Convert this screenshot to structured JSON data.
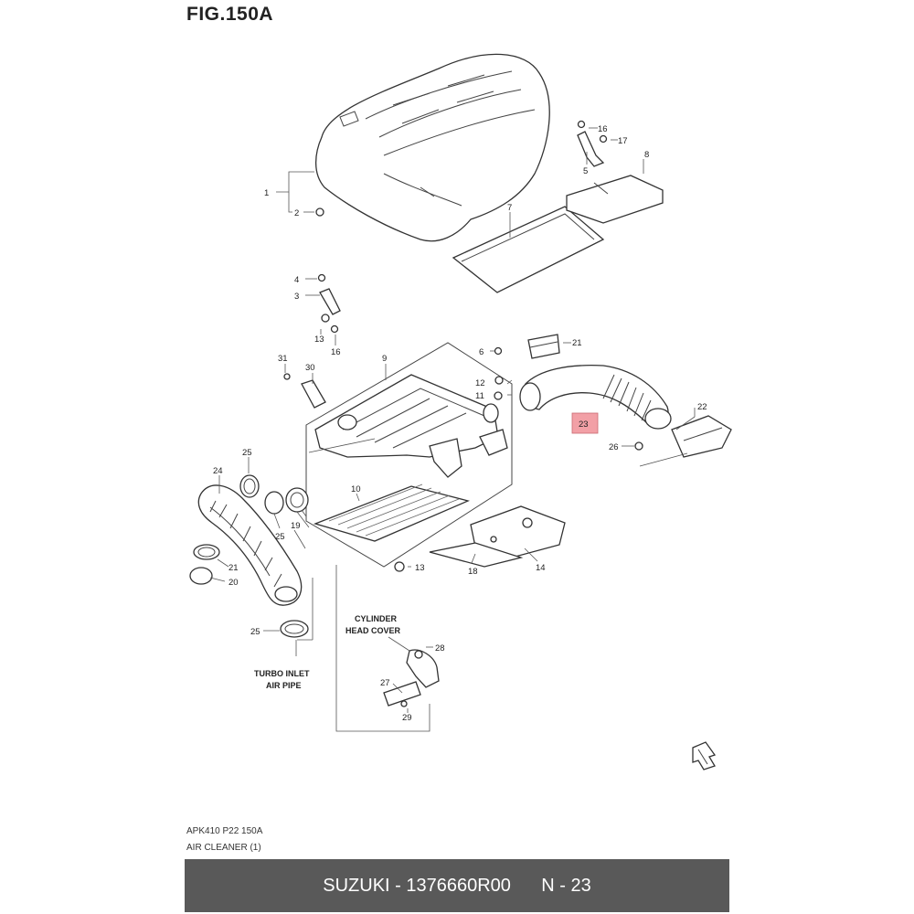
{
  "figure": {
    "title": "FIG.150A"
  },
  "callouts": [
    {
      "id": "c1",
      "label": "1"
    },
    {
      "id": "c2",
      "label": "2"
    },
    {
      "id": "c3",
      "label": "3"
    },
    {
      "id": "c4",
      "label": "4"
    },
    {
      "id": "c5",
      "label": "5"
    },
    {
      "id": "c6",
      "label": "6"
    },
    {
      "id": "c7",
      "label": "7"
    },
    {
      "id": "c8",
      "label": "8"
    },
    {
      "id": "c9",
      "label": "9"
    },
    {
      "id": "c10",
      "label": "10"
    },
    {
      "id": "c11",
      "label": "11"
    },
    {
      "id": "c12",
      "label": "12"
    },
    {
      "id": "c13a",
      "label": "13"
    },
    {
      "id": "c13b",
      "label": "13"
    },
    {
      "id": "c14",
      "label": "14"
    },
    {
      "id": "c16a",
      "label": "16"
    },
    {
      "id": "c16b",
      "label": "16"
    },
    {
      "id": "c17",
      "label": "17"
    },
    {
      "id": "c18",
      "label": "18"
    },
    {
      "id": "c19",
      "label": "19"
    },
    {
      "id": "c20",
      "label": "20"
    },
    {
      "id": "c21a",
      "label": "21"
    },
    {
      "id": "c21b",
      "label": "21"
    },
    {
      "id": "c22",
      "label": "22"
    },
    {
      "id": "c23",
      "label": "23"
    },
    {
      "id": "c24",
      "label": "24"
    },
    {
      "id": "c25a",
      "label": "25"
    },
    {
      "id": "c25b",
      "label": "25"
    },
    {
      "id": "c25c",
      "label": "25"
    },
    {
      "id": "c26",
      "label": "26"
    },
    {
      "id": "c27",
      "label": "27"
    },
    {
      "id": "c28",
      "label": "28"
    },
    {
      "id": "c29",
      "label": "29"
    },
    {
      "id": "c30",
      "label": "30"
    },
    {
      "id": "c31",
      "label": "31"
    }
  ],
  "notes": {
    "cylinder_head_cover_l1": "CYLINDER",
    "cylinder_head_cover_l2": "HEAD COVER",
    "turbo_inlet_l1": "TURBO INLET",
    "turbo_inlet_l2": "AIR PIPE"
  },
  "doc": {
    "code": "APK410 P22 150A",
    "name": "AIR CLEANER (1)"
  },
  "footer": {
    "part_info": "SUZUKI - 1376660R00",
    "index": "N - 23"
  }
}
